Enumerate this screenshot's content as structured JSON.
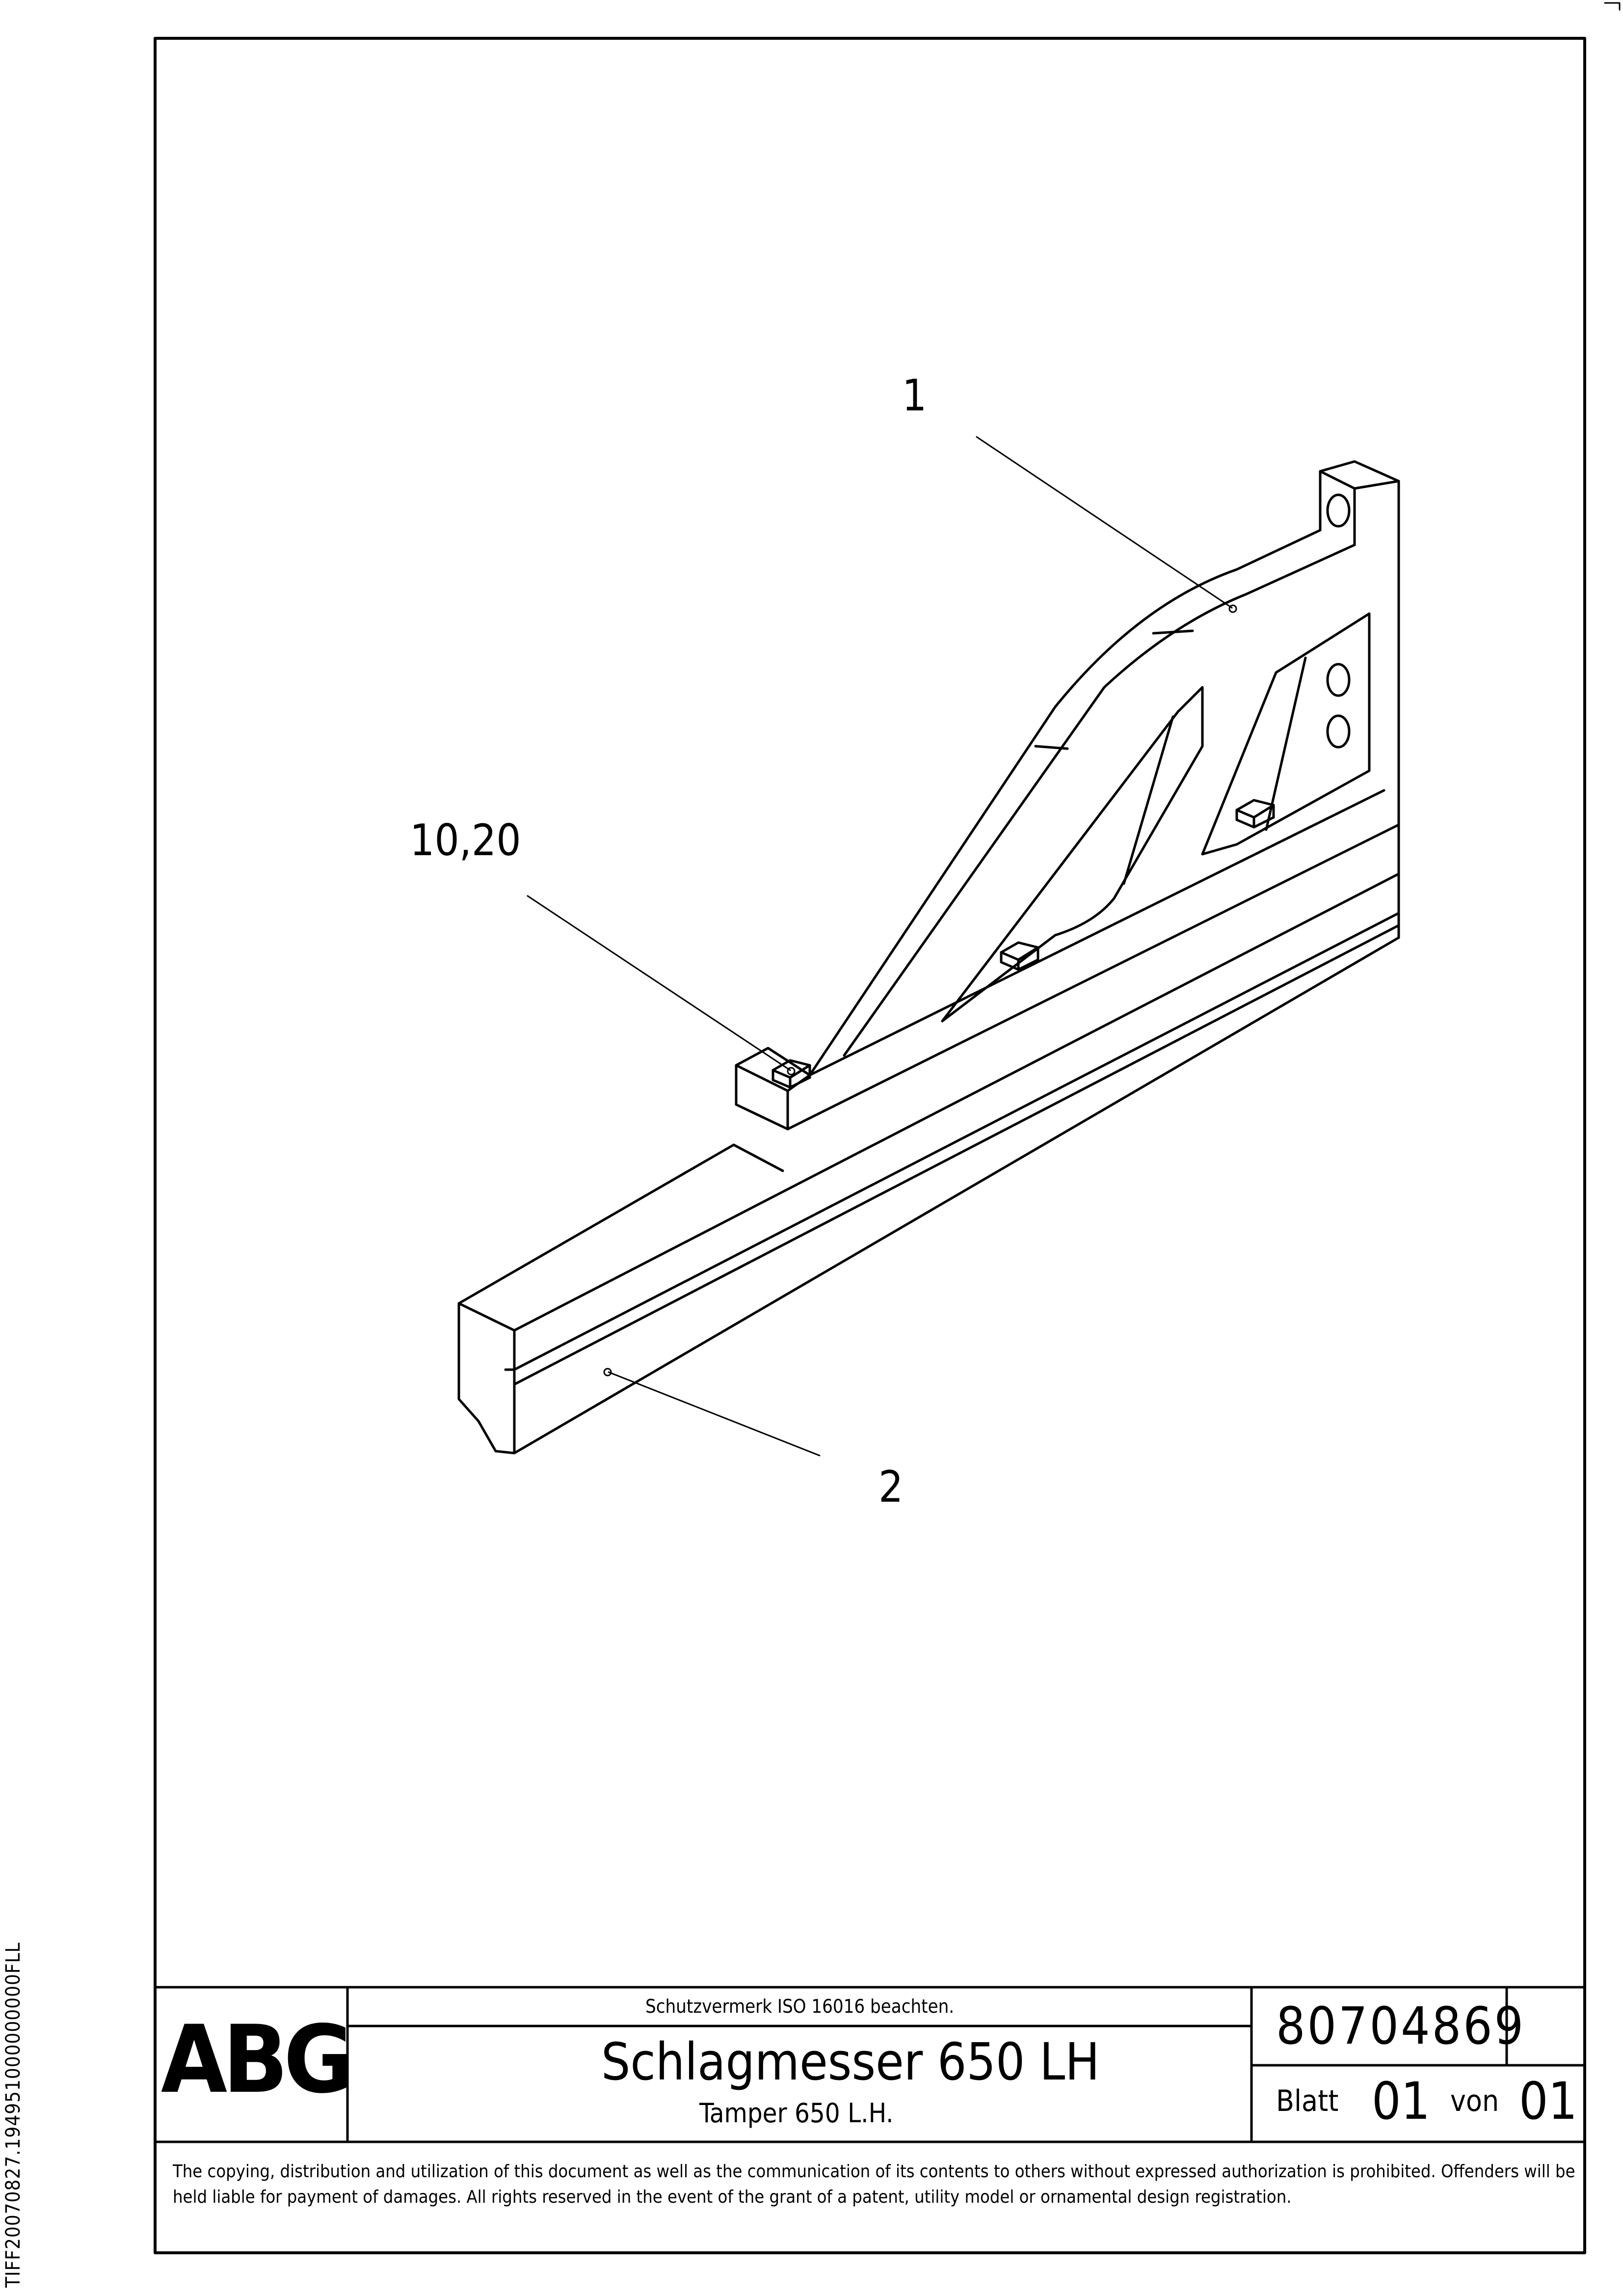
{
  "side_id": "TIFF20070827.194951000000000FLL",
  "drawing": {
    "callouts": [
      {
        "id": "c1",
        "text": "1"
      },
      {
        "id": "c2",
        "text": "2"
      },
      {
        "id": "c3",
        "text": "10,20"
      }
    ]
  },
  "title_block": {
    "logo": "ABG",
    "iso_note": "Schutzvermerk ISO 16016 beachten.",
    "title_de": "Schlagmesser 650 LH",
    "title_en": "Tamper 650 L.H.",
    "part_number": "80704869",
    "sheet_label": "Blatt",
    "sheet_no": "01",
    "of_label": "von",
    "sheet_total": "01"
  },
  "copyright_notice": "The copying, distribution and utilization of this document as well as the communication of its contents to others without expressed authorization is prohibited. Offenders will be held liable for payment of damages. All rights reserved in the event of the grant of a patent, utility model or ornamental design registration."
}
